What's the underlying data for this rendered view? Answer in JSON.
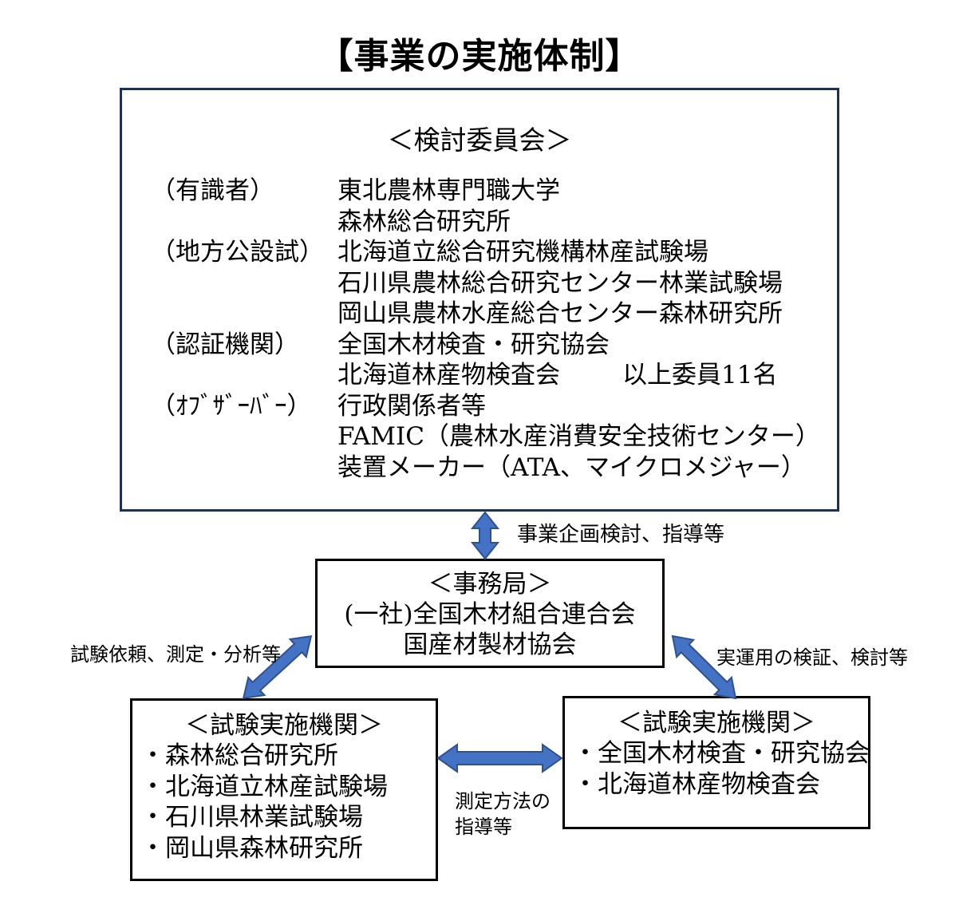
{
  "title": "【事業の実施体制】",
  "colors": {
    "arrow_fill": "#4472C4",
    "arrow_stroke": "#2F528F",
    "committee_border": "#1F3150"
  },
  "committee": {
    "heading": "＜検討委員会＞",
    "rows": [
      {
        "label": "（有識者）",
        "value": "東北農林専門職大学"
      },
      {
        "label": "",
        "value": "森林総合研究所"
      },
      {
        "label": "（地方公設試）",
        "value": "北海道立総合研究機構林産試験場"
      },
      {
        "label": "",
        "value": "石川県農林総合研究センター林業試験場"
      },
      {
        "label": "",
        "value": "岡山県農林水産総合センター森林研究所"
      },
      {
        "label": "（認証機関）",
        "value": "全国木材検査・研究協会"
      },
      {
        "label": "",
        "value": "北海道林産物検査会",
        "note": "以上委員11名"
      },
      {
        "label": "（ｵﾌﾞｻﾞｰﾊﾞｰ）",
        "value": "行政関係者等"
      },
      {
        "label": "",
        "value": "FAMIC（農林水産消費安全技術センター）"
      },
      {
        "label": "",
        "value": "装置メーカー（ATA、マイクロメジャー）"
      }
    ]
  },
  "secretariat": {
    "heading": "＜事務局＞",
    "lines": [
      "(一社)全国木材組合連合会",
      "国産材製材協会"
    ]
  },
  "left_org": {
    "heading": "＜試験実施機関＞",
    "items": [
      "・森林総合研究所",
      "・北海道立林産試験場",
      "・石川県林業試験場",
      "・岡山県森林研究所"
    ]
  },
  "right_org": {
    "heading": "＜試験実施機関＞",
    "items": [
      "・全国木材検査・研究協会",
      "・北海道林産物検査会"
    ]
  },
  "arrow_labels": {
    "top": "事業企画検討、指導等",
    "left": "試験依頼、測定・分析等",
    "right": "実運用の検証、検討等",
    "bottom": [
      "測定方法の",
      "指導等"
    ]
  }
}
